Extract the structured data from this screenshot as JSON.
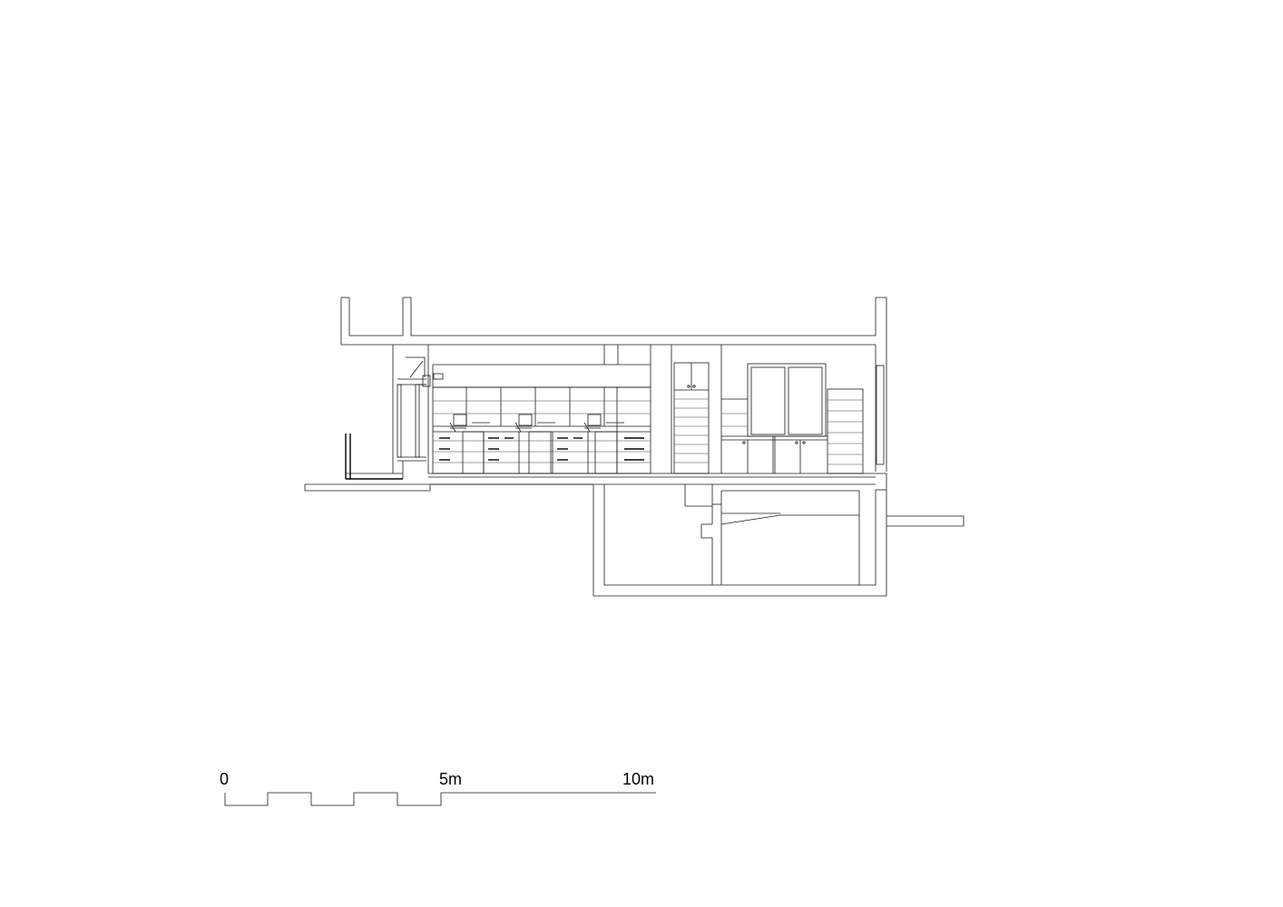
{
  "scale_bar": {
    "label_0": "0",
    "label_5": "5m",
    "label_10": "10m"
  },
  "colors": {
    "line": "#1a1a1a",
    "background": "#ffffff"
  }
}
